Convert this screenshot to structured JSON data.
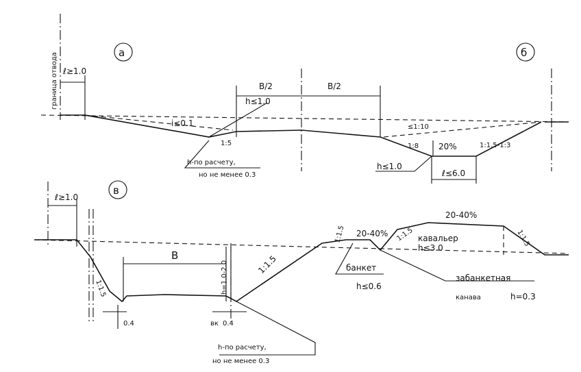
{
  "markers": {
    "a": "а",
    "b": "б",
    "v": "в"
  },
  "top": {
    "boundary_label": "граница отвода",
    "l_min": "ℓ≥1.0",
    "half_b_left": "B/2",
    "half_b_right": "B/2",
    "h_le_1_0": "h≤1.0",
    "slope_i": "i≤0.1",
    "slope_1_5": "1:5",
    "slope_1_10": "≤1:10",
    "h_calc_1": "h-по расчету,",
    "h_calc_2": "но не менее 0.3",
    "h_le_1_0_b": "h≤1.0",
    "slope_1_8": "1:8",
    "pct_20": "20%",
    "slope_1_15": "1:1.5-1:3",
    "l_le_6": "ℓ≤6.0"
  },
  "bottom": {
    "l_min": "ℓ≥1.0",
    "b_label": "B",
    "h_range": "h=1.0-2.0",
    "slope_left": "1:1.5",
    "slope_mid": "1:1.5",
    "dim_04_left": "0.4",
    "bk_label": "вк",
    "dim_04_right": "0.4",
    "h_calc_1": "h-по расчету,",
    "h_calc_2": "но не менее 0.3",
    "slope_bank": "1:1.5",
    "pct_bank": "20-40%",
    "bank_label": "банкет",
    "bank_h": "h≤0.6",
    "slope_cav_left": "1:1.5",
    "pct_cav": "20-40%",
    "cav_label": "кавальер",
    "cav_h": "h≤3.0",
    "slope_cav_right": "1:1.5",
    "ditch_1": "забанкетная",
    "ditch_2": "канава",
    "ditch_h": "h=0.3"
  }
}
